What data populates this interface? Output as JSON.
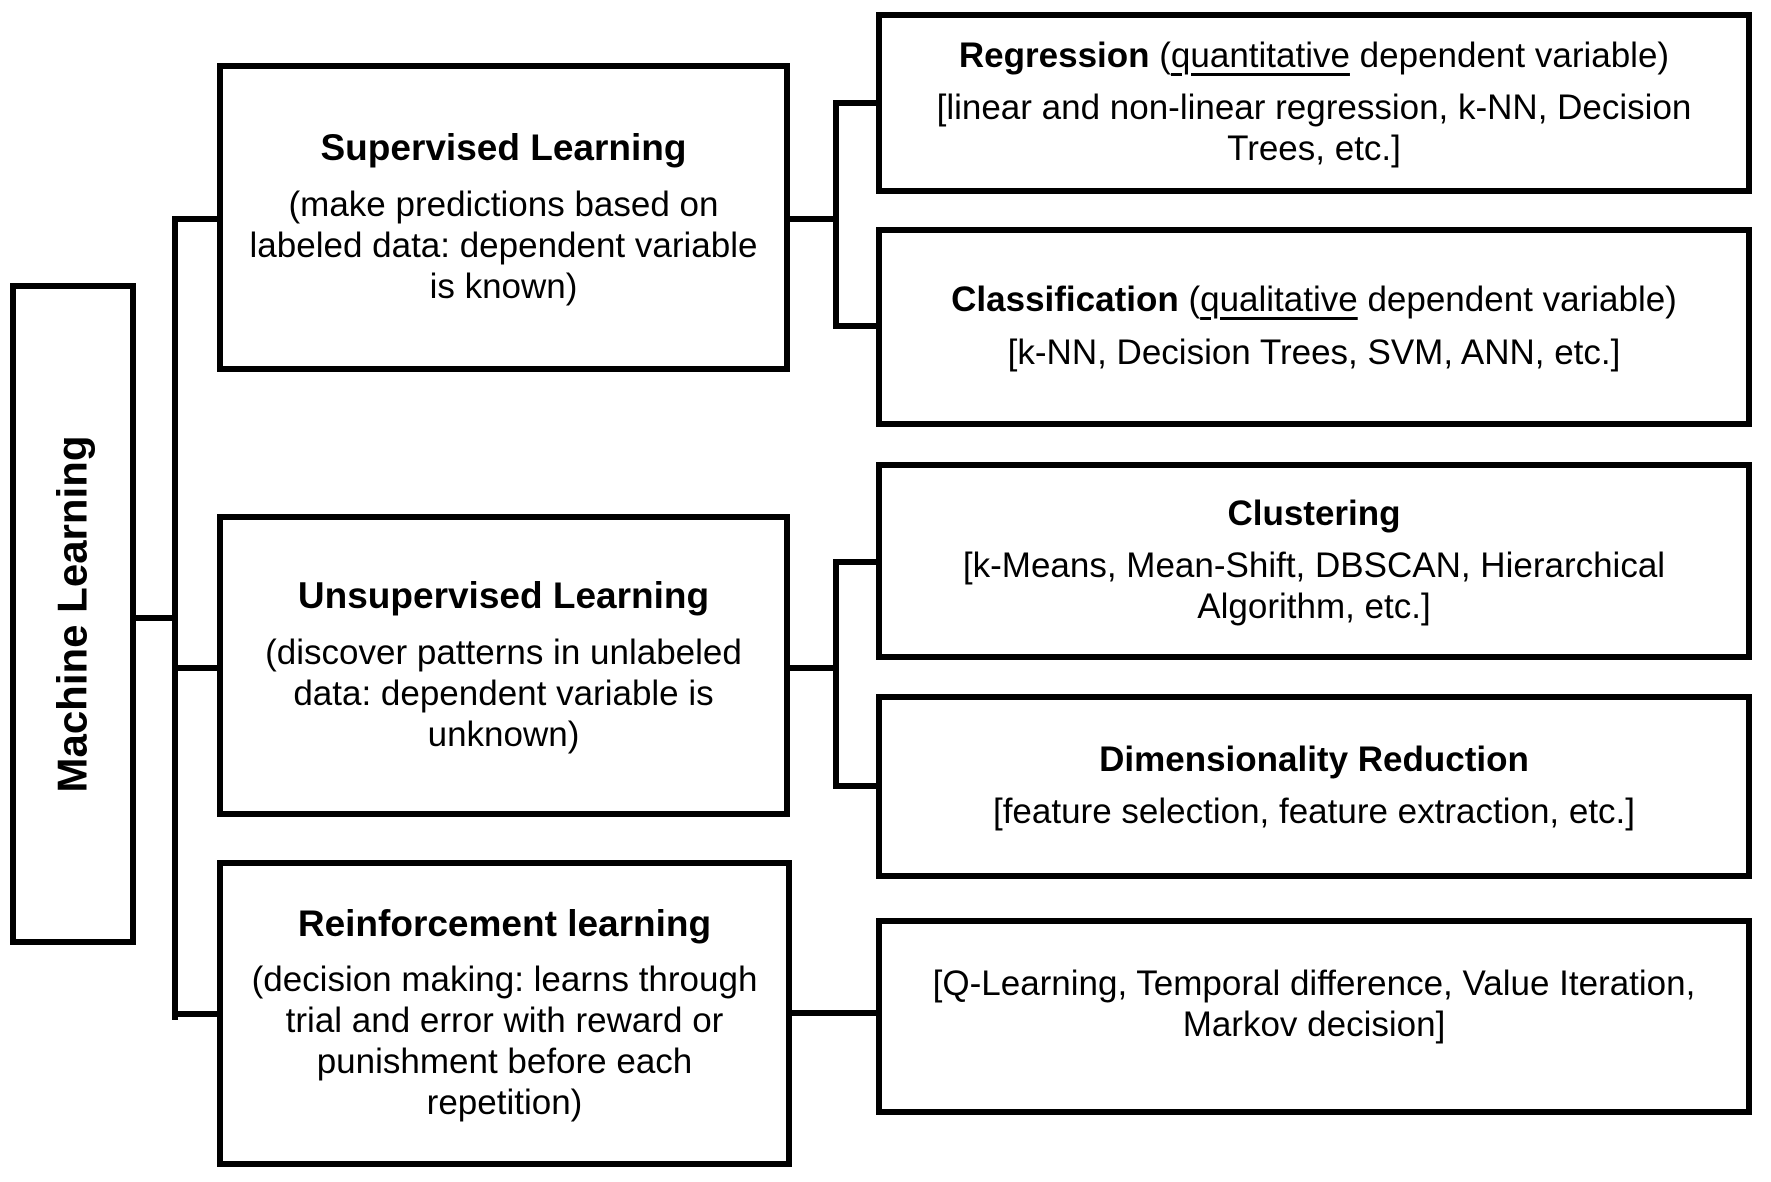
{
  "diagram": {
    "background": "#ffffff",
    "line_color": "#000000",
    "text_color": "#000000",
    "root": {
      "label": "Machine Learning"
    },
    "branches": [
      {
        "title": "Supervised Learning",
        "description": "(make predictions based on labeled data: dependent variable is known)"
      },
      {
        "title": "Unsupervised Learning",
        "description": "(discover patterns in unlabeled data: dependent variable is unknown)"
      },
      {
        "title": "Reinforcement learning",
        "description": "(decision making: learns through trial and error with reward or punishment before each repetition)"
      }
    ],
    "leaves": [
      {
        "bold": "Regression",
        "pre_underline": " (",
        "underline": "quantitative",
        "post_underline": " dependent variable)",
        "examples": "[linear and non-linear regression, k-NN, Decision Trees, etc.]"
      },
      {
        "bold": "Classification",
        "pre_underline": " (",
        "underline": "qualitative",
        "post_underline": " dependent variable)",
        "examples": "[k-NN, Decision Trees, SVM, ANN, etc.]"
      },
      {
        "bold": "Clustering",
        "pre_underline": "",
        "underline": "",
        "post_underline": "",
        "examples": "[k-Means, Mean-Shift, DBSCAN, Hierarchical Algorithm, etc.]"
      },
      {
        "bold": "Dimensionality Reduction",
        "pre_underline": "",
        "underline": "",
        "post_underline": "",
        "examples": "[feature selection, feature  extraction, etc.]"
      },
      {
        "bold": "",
        "pre_underline": "",
        "underline": "",
        "post_underline": "",
        "examples": "[Q-Learning, Temporal difference, Value Iteration, Markov decision]"
      }
    ]
  }
}
